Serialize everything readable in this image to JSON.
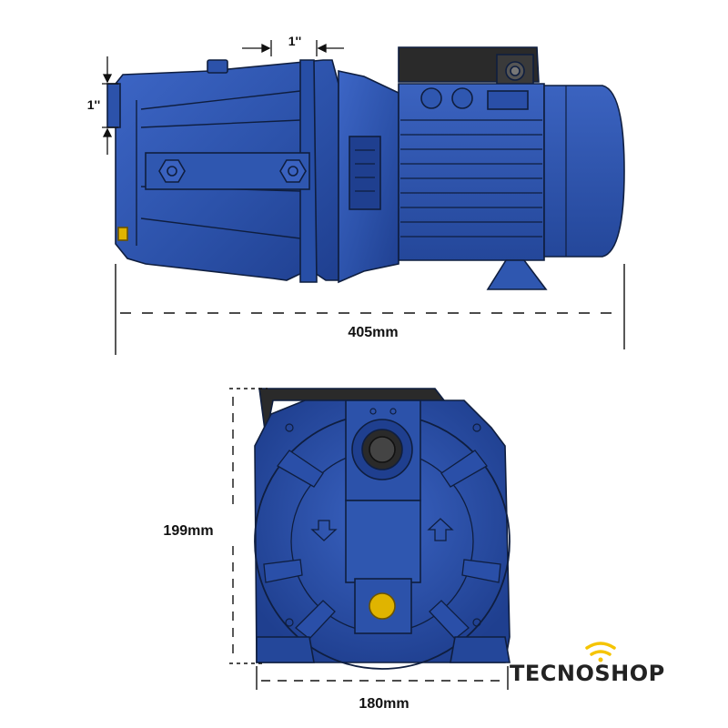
{
  "dimensions": {
    "length": "405mm",
    "height": "199mm",
    "width": "180mm",
    "outlet": "1''",
    "inlet": "1''"
  },
  "brand": {
    "logo_text": "TECNOSHOP",
    "accent": "#f5c400"
  },
  "colors": {
    "pump_body": "#2f57b0",
    "pump_dark": "#1d3d8a",
    "outline": "#0f1e3f",
    "motor_cap": "#2a2a2a",
    "brass": "#e0b400"
  }
}
